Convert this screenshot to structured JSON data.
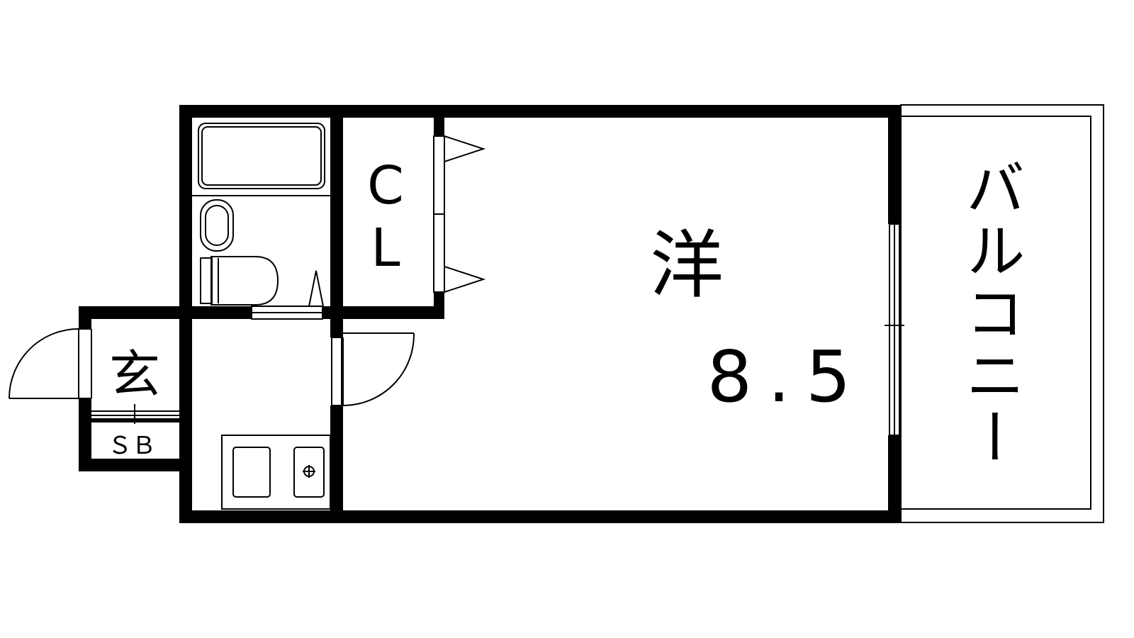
{
  "floor_plan": {
    "rooms": {
      "western_room": {
        "label": "洋",
        "size": "8.5"
      },
      "closet": {
        "label_line1": "C",
        "label_line2": "L"
      },
      "entrance": {
        "label": "玄"
      },
      "shoe_box": {
        "label": "ＳＢ"
      },
      "balcony": {
        "label": "バルコニー"
      }
    }
  },
  "colors": {
    "wall": "#000000",
    "background": "#ffffff"
  }
}
